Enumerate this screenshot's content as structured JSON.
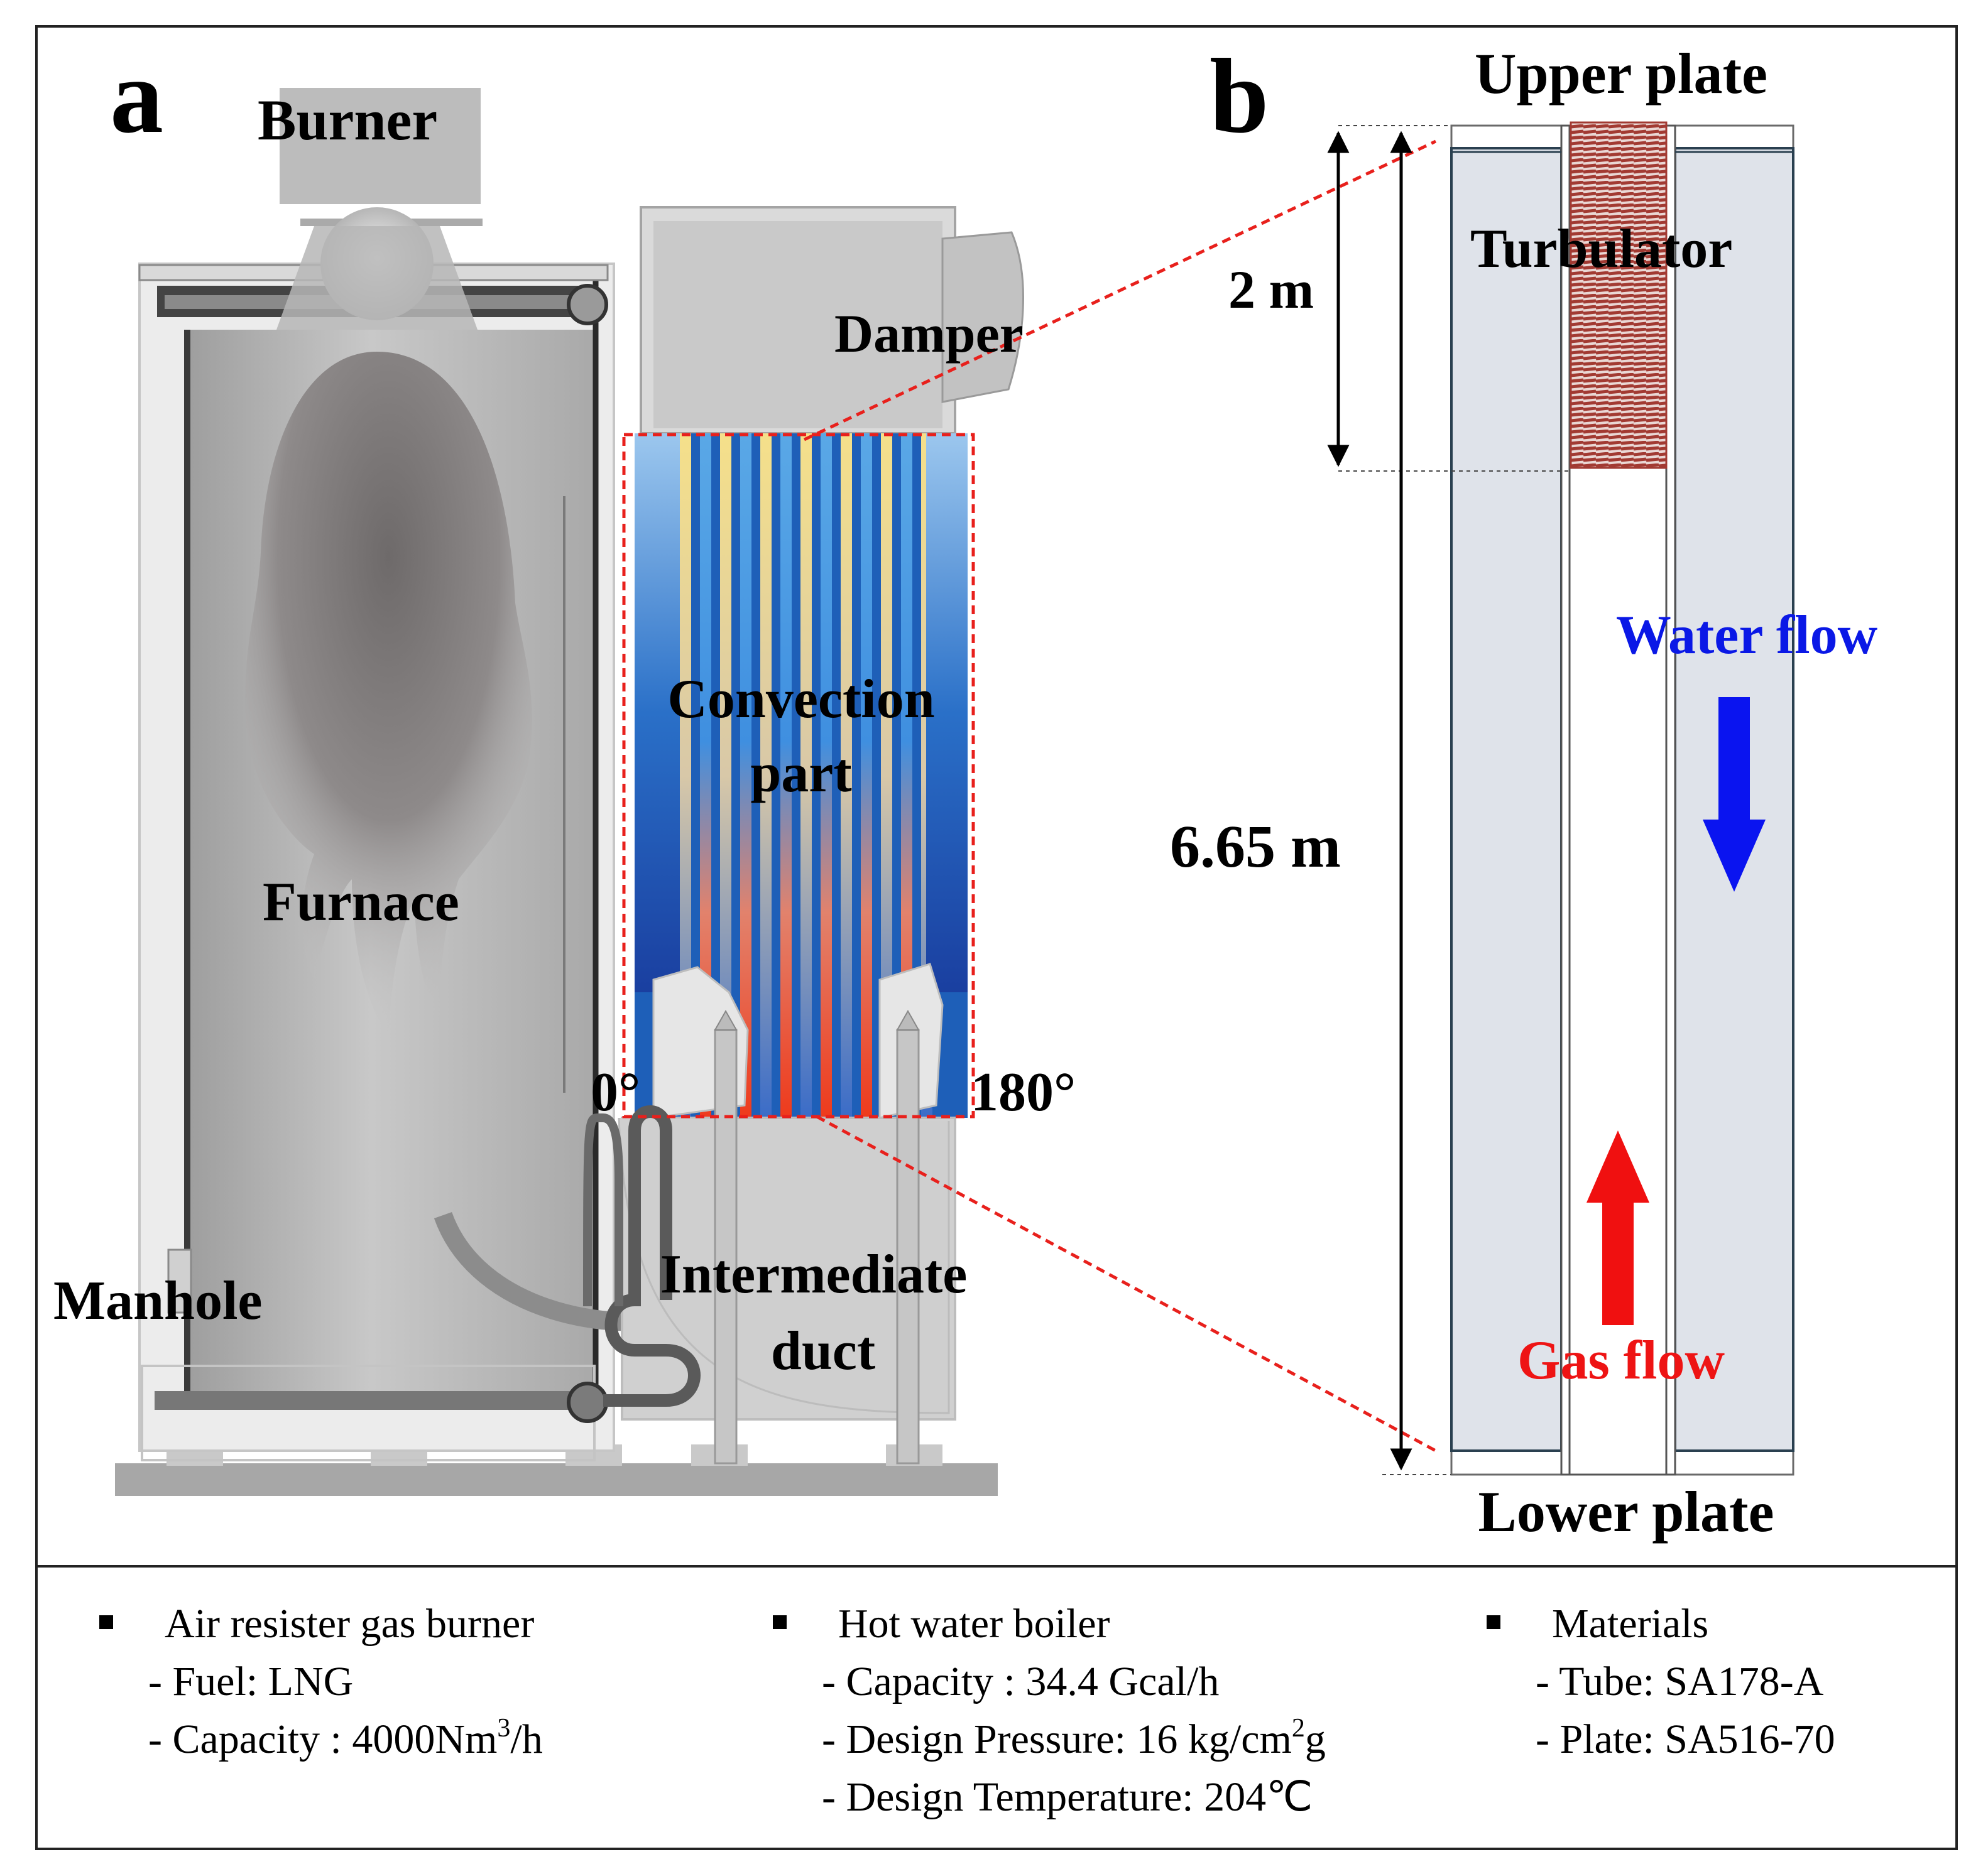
{
  "panel_a": {
    "letter": "a",
    "burner": "Burner",
    "damper": "Damper",
    "furnace": "Furnace",
    "manhole": "Manhole",
    "convection_line1": "Convection",
    "convection_line2": "part",
    "intermediate_line1": "Intermediate",
    "intermediate_line2": "duct",
    "angle_left": "0°",
    "angle_right": "180°"
  },
  "panel_b": {
    "letter": "b",
    "upper_plate": "Upper plate",
    "lower_plate": "Lower plate",
    "turbulator": "Turbulator",
    "dim_turbulator": "2 m",
    "dim_total": "6.65 m",
    "water_flow": "Water flow",
    "gas_flow": "Gas flow"
  },
  "specs": {
    "burner": {
      "title": "Air resister  gas burner",
      "fuel": "- Fuel: LNG",
      "capacity_prefix": "- Capacity : 4000Nm",
      "capacity_sup": "3",
      "capacity_suffix": "/h"
    },
    "boiler": {
      "title": "Hot water boiler",
      "capacity": "- Capacity : 34.4 Gcal/h",
      "pressure_prefix": "- Design Pressure:  16 kg/cm",
      "pressure_sup": "2",
      "pressure_suffix": "g",
      "temperature": "- Design Temperature:  204℃"
    },
    "materials": {
      "title": "Materials",
      "tube": "- Tube: SA178-A",
      "plate": "- Plate: SA516-70"
    }
  },
  "colors": {
    "highlight_box": "#e8201c",
    "water_arrow": "#0a14f0",
    "gas_arrow": "#f01010",
    "water_text": "#0a18e6",
    "gas_text": "#ee1414",
    "turbulator_coil": "#a23a32",
    "tube_fill": "#dfe3ea",
    "boiler_gray": "#b9b9b9"
  },
  "icons": {
    "bullet": "square-bullet-icon",
    "water_arrow": "arrow-down-icon",
    "gas_arrow": "arrow-up-icon"
  }
}
